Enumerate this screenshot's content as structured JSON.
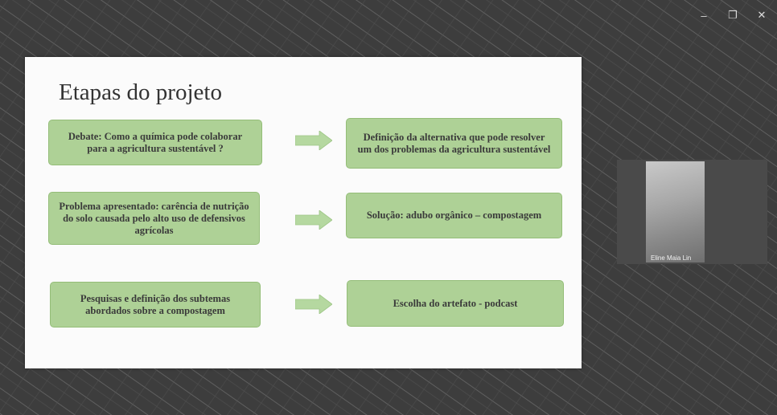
{
  "window": {
    "minimize_glyph": "–",
    "restore_glyph": "❐",
    "close_glyph": "✕"
  },
  "slide": {
    "title": "Etapas do projeto",
    "rows": [
      {
        "left": "Debate: Como a química pode colaborar para a agricultura sustentável ?",
        "right": "Definição da alternativa que pode resolver um dos problemas da agricultura sustentável"
      },
      {
        "left": "Problema apresentado: carência de nutrição do solo causada pelo alto uso de defensivos agrícolas",
        "right": "Solução: adubo orgânico – compostagem"
      },
      {
        "left": "Pesquisas e definição  dos subtemas abordados sobre a compostagem",
        "right": "Escolha do artefato  - podcast"
      }
    ],
    "box_color": "#aed196",
    "arrow_color": "#b5d8a0"
  },
  "participant": {
    "name": "Eline Maia Lin"
  }
}
